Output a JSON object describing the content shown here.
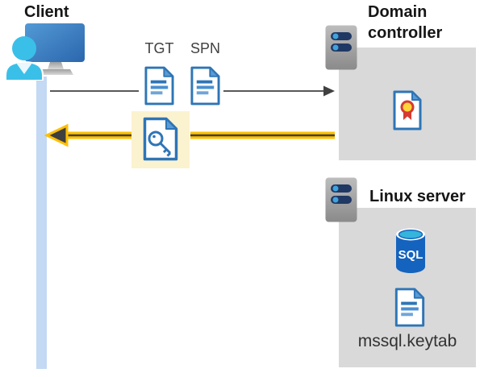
{
  "diagram": {
    "client": {
      "label": "Client"
    },
    "flow": {
      "tgt_label": "TGT",
      "spn_label": "SPN"
    },
    "domain_controller": {
      "label": "Domain controller"
    },
    "linux_server": {
      "label": "Linux server",
      "sql_icon_label": "SQL",
      "keytab_label": "mssql.keytab"
    },
    "icons": {
      "client": "person-at-monitor-icon",
      "domain_controller": "server-icon",
      "linux_server": "server-icon",
      "tgt": "document-icon",
      "spn": "document-icon",
      "service_ticket": "key-document-icon",
      "certificate": "certificate-icon",
      "database": "sql-database-icon",
      "keytab_file": "document-icon"
    },
    "colors": {
      "panel_gray": "#d9d9d9",
      "lifeline_blue": "#c3d9f4",
      "highlight_yellow": "#fbf3d0",
      "request_arrow_gray": "#595959",
      "response_arrow_yellow": "#ffc000",
      "response_arrow_core": "#3f3f3f",
      "document_blue": "#2e75b6",
      "sql_blue": "#1463be",
      "sql_top_cyan": "#35b4dc",
      "server_bar_navy": "#1f3864",
      "server_dot_blue": "#41a3dc",
      "person_cyan": "#3ac0e8",
      "monitor_blue_dark": "#2b66ad",
      "cert_seal_yellow": "#ffd43b",
      "cert_seal_red": "#d63a31"
    }
  }
}
